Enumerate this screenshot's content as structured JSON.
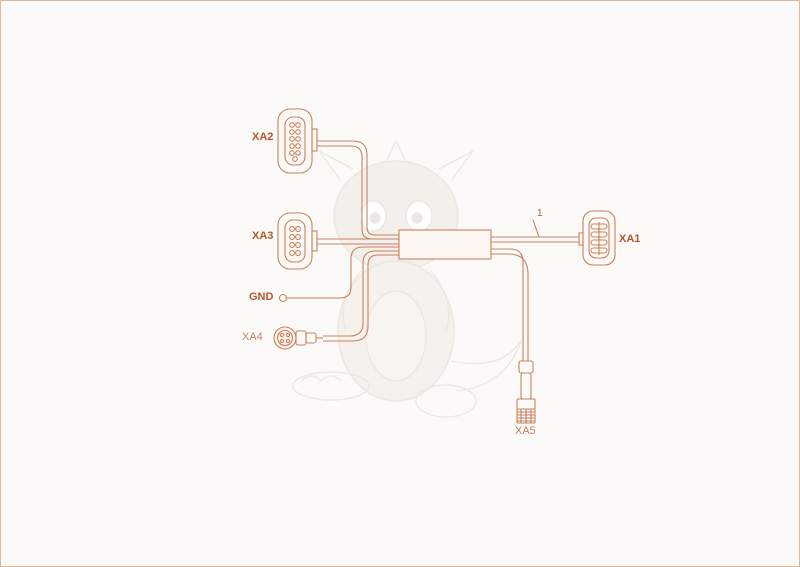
{
  "colors": {
    "stroke": "#c8825f",
    "label_primary": "#b5562d",
    "label_secondary": "#c8825f",
    "background": "#fbfaf8",
    "frame": "#d9b8a6",
    "watermark": "#ece7e1"
  },
  "watermark": {
    "icon": "dragon-mascot-watermark"
  },
  "labels": {
    "xa1": "XA1",
    "xa2": "XA2",
    "xa3": "XA3",
    "xa4": "XA4",
    "xa5": "XA5",
    "gnd": "GND",
    "cable": "1"
  }
}
